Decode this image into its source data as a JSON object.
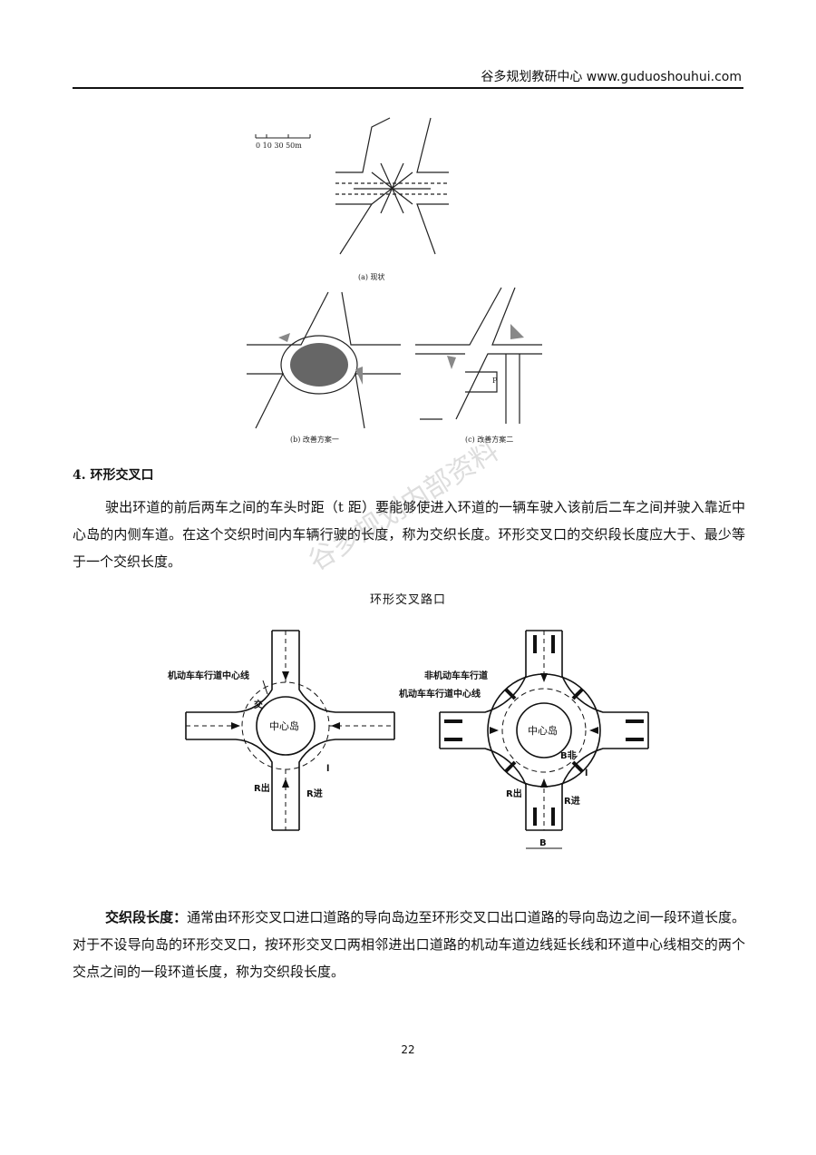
{
  "header": {
    "text": "谷多规划教研中心  www.guduoshouhui.com"
  },
  "figure_top": {
    "scale_label": "0  10    30   50m",
    "caption_a": "(a) 现状",
    "caption_b": "(b) 改善方案一",
    "caption_c": "(c) 改善方案二",
    "parking_label": "P"
  },
  "section": {
    "heading": "4.  环形交叉口"
  },
  "paragraph1": "驶出环道的前后两车之间的车头时距（t 距）要能够使进入环道的一辆车驶入该前后二车之间并驶入靠近中心岛的内侧车道。在这个交织时间内车辆行驶的长度，称为交织长度。环形交叉口的交织段长度应大于、最少等于一个交织长度。",
  "figure_main": {
    "title": "环形交叉路口",
    "left": {
      "center_label": "中心岛",
      "centerline_label": "机动车车行道中心线",
      "lane_label": "交",
      "length_label": "l",
      "r_out": "R出",
      "r_in": "R进"
    },
    "right": {
      "center_label": "中心岛",
      "nonmotor_label": "非机动车车行道",
      "centerline_label": "机动车车行道中心线",
      "width_label": "B非",
      "length_label": "l",
      "r_out": "R出",
      "r_in": "R进",
      "b_label": "B"
    }
  },
  "paragraph2": {
    "term": "交织段长度：",
    "body": "通常由环形交叉口进口道路的导向岛边至环形交叉口出口道路的导向岛边之间一段环道长度。对于不设导向岛的环形交叉口，按环形交叉口两相邻进出口道路的机动车道边线延长线和环道中心线相交的两个交点之间的一段环道长度，称为交织段长度。"
  },
  "watermark": "谷多规划内部资料",
  "page_number": "22"
}
